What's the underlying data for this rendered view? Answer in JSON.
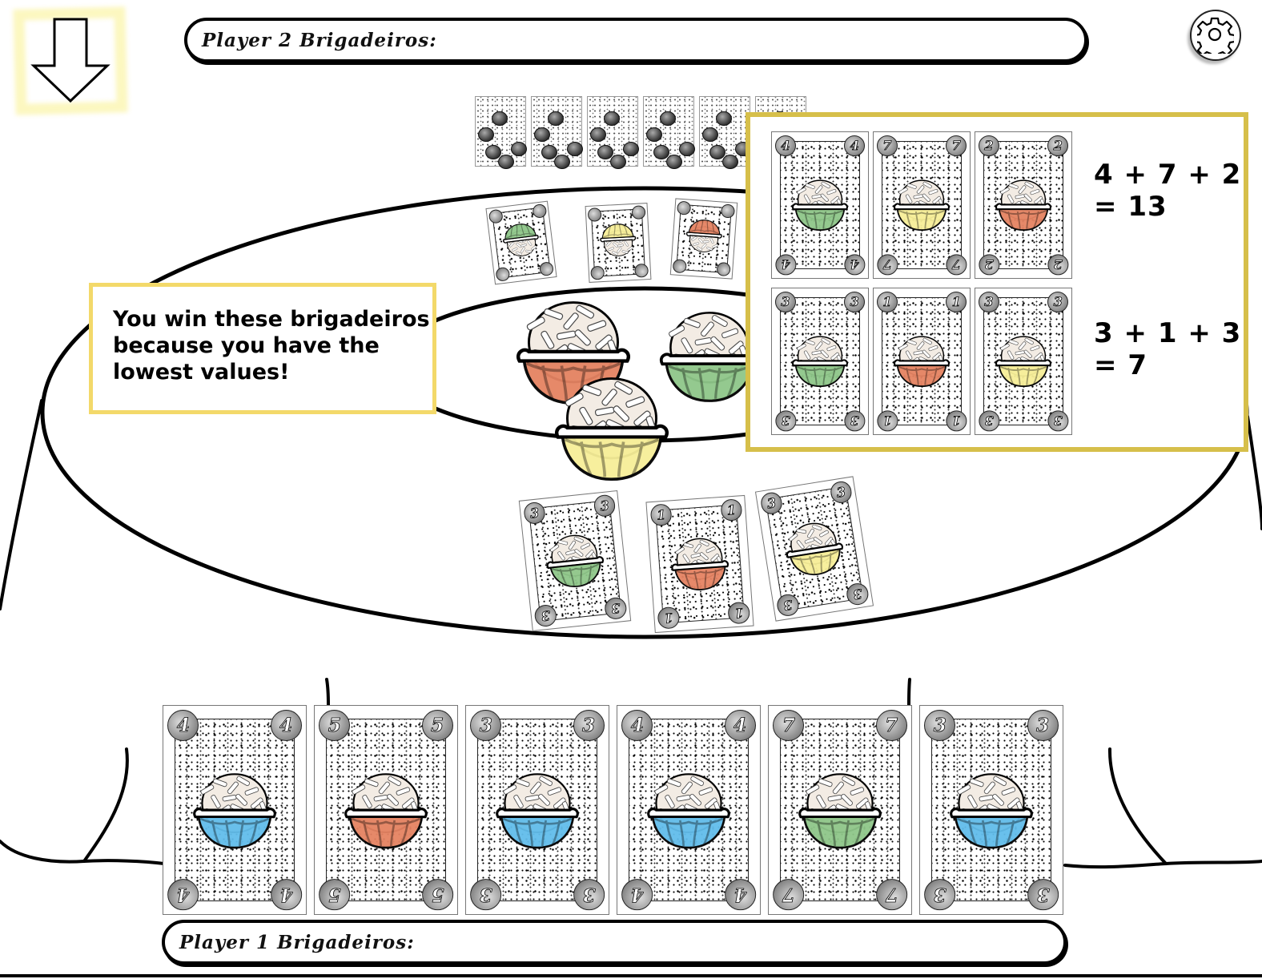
{
  "colors": {
    "red": "#e58362",
    "green": "#8fc78a",
    "yellow": "#f7ef98",
    "blue": "#62bdeb",
    "tip_border": "#f3d96a",
    "compare_border": "#d6bf4a",
    "glow": "#faf08c"
  },
  "header": {
    "back_icon": "down-arrow-icon",
    "player2_label": "Player 2 Brigadeiros:",
    "settings_icon": "gear-icon"
  },
  "opponent": {
    "hidden_card_count": 6
  },
  "opponent_played": [
    {
      "color": "green"
    },
    {
      "color": "yellow"
    },
    {
      "color": "red"
    }
  ],
  "prize_brigadeiros": [
    {
      "color": "red"
    },
    {
      "color": "green"
    },
    {
      "color": "yellow"
    }
  ],
  "player_played": [
    {
      "value": "3",
      "color": "green"
    },
    {
      "value": "1",
      "color": "red"
    },
    {
      "value": "3",
      "color": "yellow"
    }
  ],
  "tip": {
    "text_line1": "You win these brigadeiros",
    "text_line2": "because you have the",
    "text_line3": "lowest values!"
  },
  "comparison": {
    "rows": [
      {
        "cards": [
          {
            "value": "4",
            "color": "green"
          },
          {
            "value": "7",
            "color": "yellow"
          },
          {
            "value": "2",
            "color": "red"
          }
        ],
        "expression": "4 + 7 + 2",
        "result": "= 13"
      },
      {
        "cards": [
          {
            "value": "3",
            "color": "green"
          },
          {
            "value": "1",
            "color": "red"
          },
          {
            "value": "3",
            "color": "yellow"
          }
        ],
        "expression": "3 + 1 + 3",
        "result": "= 7"
      }
    ]
  },
  "player_hand": [
    {
      "value": "4",
      "color": "blue"
    },
    {
      "value": "5",
      "color": "red"
    },
    {
      "value": "3",
      "color": "blue"
    },
    {
      "value": "4",
      "color": "blue"
    },
    {
      "value": "7",
      "color": "green"
    },
    {
      "value": "3",
      "color": "blue"
    }
  ],
  "footer": {
    "player1_label": "Player 1 Brigadeiros:"
  }
}
